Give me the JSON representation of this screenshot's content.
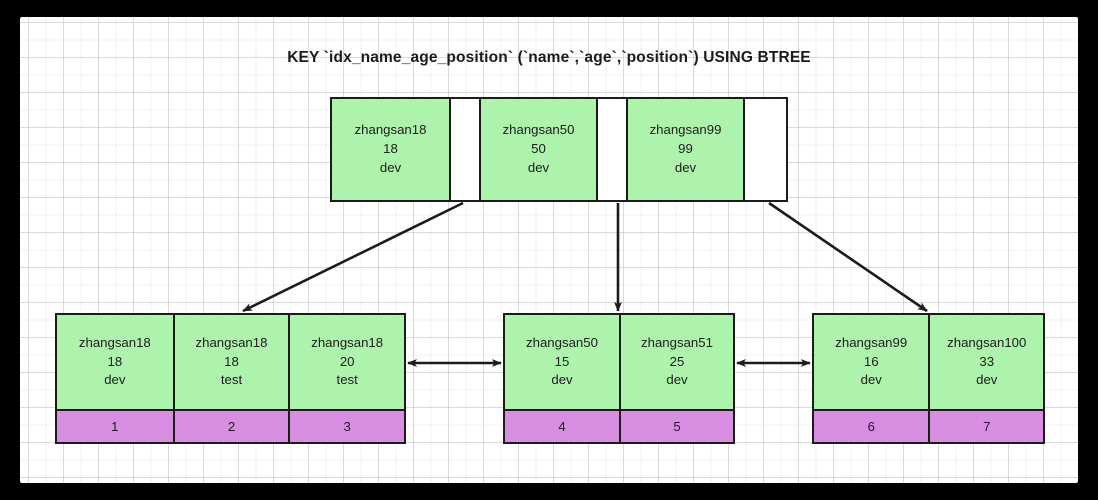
{
  "diagram": {
    "title": "KEY `idx_name_age_position` (`name`,`age`,`position`) USING BTREE",
    "colors": {
      "key_cell": "#aef3ab",
      "pointer_cell": "#ffffff",
      "primary_key_cell": "#d88ee0",
      "border": "#1c1c1c",
      "canvas": "#ffffff",
      "frame": "#000000"
    },
    "root": {
      "entries": [
        {
          "name": "zhangsan18",
          "age": "18",
          "position": "dev"
        },
        {
          "name": "zhangsan50",
          "age": "50",
          "position": "dev"
        },
        {
          "name": "zhangsan99",
          "age": "99",
          "position": "dev"
        }
      ],
      "pointers": [
        "",
        "",
        ""
      ]
    },
    "leaves": [
      {
        "id": "leaf-1",
        "entries": [
          {
            "name": "zhangsan18",
            "age": "18",
            "position": "dev",
            "pk": "1"
          },
          {
            "name": "zhangsan18",
            "age": "18",
            "position": "test",
            "pk": "2"
          },
          {
            "name": "zhangsan18",
            "age": "20",
            "position": "test",
            "pk": "3"
          }
        ]
      },
      {
        "id": "leaf-2",
        "entries": [
          {
            "name": "zhangsan50",
            "age": "15",
            "position": "dev",
            "pk": "4"
          },
          {
            "name": "zhangsan51",
            "age": "25",
            "position": "dev",
            "pk": "5"
          }
        ]
      },
      {
        "id": "leaf-3",
        "entries": [
          {
            "name": "zhangsan99",
            "age": "16",
            "position": "dev",
            "pk": "6"
          },
          {
            "name": "zhangsan100",
            "age": "33",
            "position": "dev",
            "pk": "7"
          }
        ]
      }
    ]
  }
}
